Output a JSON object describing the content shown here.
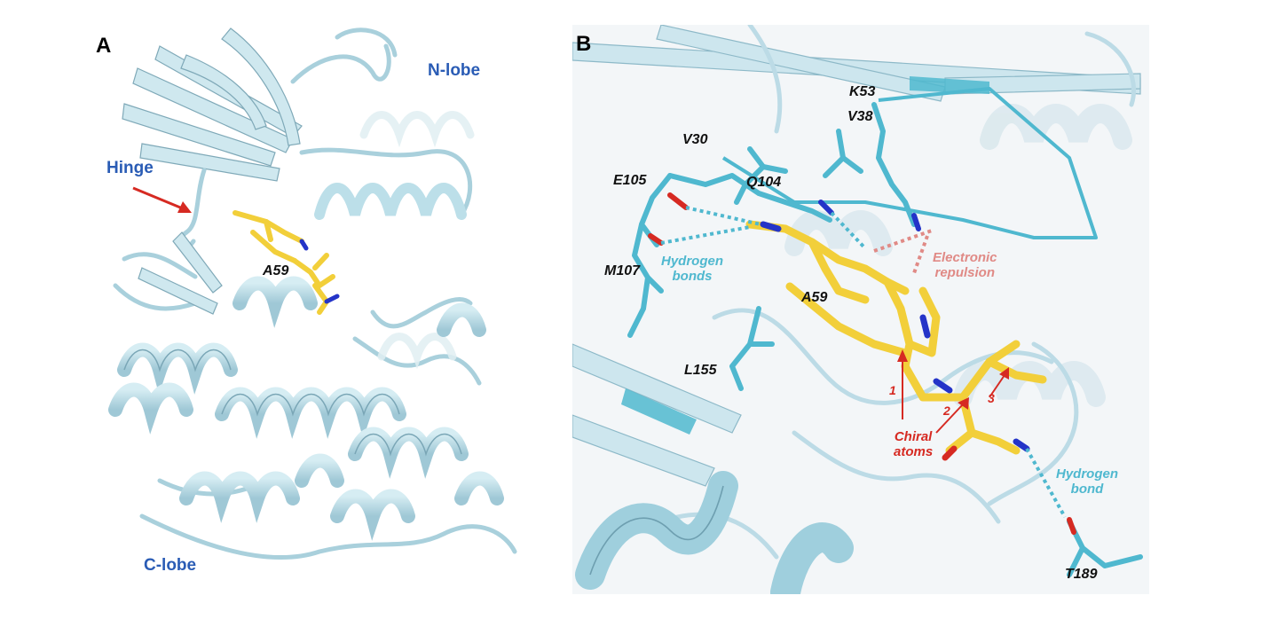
{
  "panel_a": {
    "letter": "A",
    "n_lobe": "N-lobe",
    "hinge": "Hinge",
    "c_lobe": "C-lobe",
    "ligand": "A59"
  },
  "panel_b": {
    "letter": "B",
    "residues": {
      "k53": "K53",
      "v38": "V38",
      "v30": "V30",
      "e105": "E105",
      "q104": "Q104",
      "m107": "M107",
      "l155": "L155",
      "a59": "A59",
      "t189": "T189"
    },
    "annotations": {
      "hbonds_1": "Hydrogen",
      "hbonds_2": "bonds",
      "repulsion_1": "Electronic",
      "repulsion_2": "repulsion",
      "chiral_1": "Chiral",
      "chiral_2": "atoms",
      "hbond_1": "Hydrogen",
      "hbond_2": "bond"
    },
    "chiral_numbers": [
      "1",
      "2",
      "3"
    ]
  },
  "colors": {
    "ribbon": "#bfe0ea",
    "ribbon_dark": "#8fbccb",
    "residue_cyan": "#4fb8cf",
    "ligand_yellow": "#f2cf3a",
    "nitrogen_blue": "#2434c8",
    "oxygen_red": "#d62a22",
    "region_label": "#2a5cb5"
  }
}
